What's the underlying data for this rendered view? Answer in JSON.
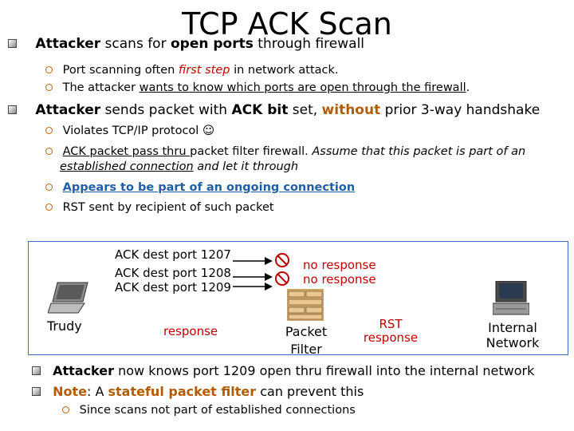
{
  "slide": {
    "title": "TCP ACK Scan",
    "bullet1": {
      "bold": "Attacker",
      "text_a": " scans for ",
      "bold2": "open ports",
      "text_b": " through firewall",
      "sub1_a": "Port scanning often ",
      "sub1_red": "first step",
      "sub1_b": " in network attack.",
      "sub2_a": "The attacker ",
      "sub2_ul": "wants to know which ports are open through the firewall",
      "sub2_b": "."
    },
    "bullet2": {
      "bold": "Attacker",
      "text_a": " sends packet with ",
      "bold2": "ACK bit",
      "text_b": " set, ",
      "brown": "without",
      "text_c": " prior 3-way handshake",
      "sub1": "Violates TCP/IP protocol ☺",
      "sub2_ul": "ACK packet pass thru ",
      "sub2_a": "packet filter firewall. ",
      "sub2_italic": "Assume that this packet is part of an ",
      "sub2_italic_ul": "established connection",
      "sub2_italic_b": " and let it through",
      "sub3": "Appears to be part of an ongoing connection",
      "sub4": "RST sent by recipient of such packet"
    },
    "diagram": {
      "ack1": "ACK dest port 1207",
      "ack2": "ACK dest port 1208",
      "ack3": "ACK dest port 1209",
      "no_resp1": "no response",
      "no_resp2": "no response",
      "response": "response",
      "trudy": "Trudy",
      "packet_filter": "Packet\nFilter",
      "packet_filter_l1": "Packet",
      "packet_filter_l2": "Filter",
      "rst_l1": "RST",
      "rst_l2": "response",
      "internal_l1": "Internal",
      "internal_l2": "Network"
    },
    "bullet3": {
      "bold": "Attacker",
      "text": " now knows port 1209 open thru firewall into the internal network"
    },
    "bullet4": {
      "brown1": "Note",
      "text_a": ": A ",
      "brown2": "stateful packet filter",
      "text_b": " can prevent this",
      "sub1": "Since scans not part of established connections"
    },
    "colors": {
      "accent_red": "#c00000",
      "accent_brown": "#b35c00",
      "accent_blue": "#1f5fa8",
      "frame_blue": "#3a6cc0"
    },
    "icons": [
      "laptop-icon",
      "firewall-icon",
      "server-icon",
      "prohibited-icon",
      "arrow-icon"
    ]
  }
}
